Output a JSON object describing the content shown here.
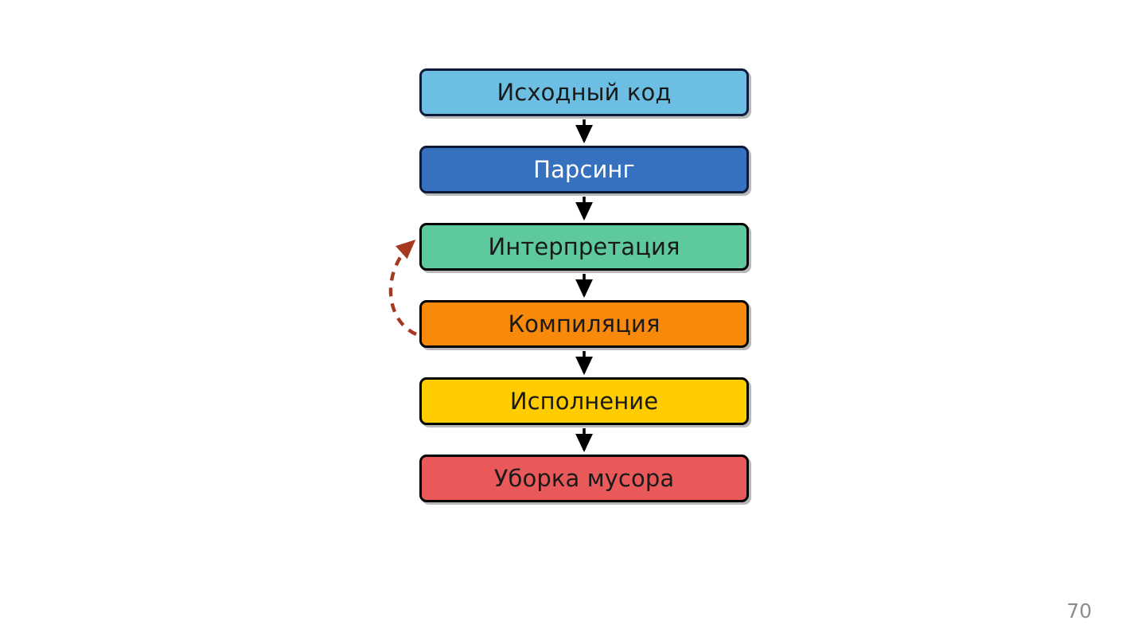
{
  "slide": {
    "page_number": "70",
    "background_color": "#ffffff"
  },
  "diagram": {
    "title": "",
    "type": "vertical-flowchart",
    "nodes": [
      {
        "id": "source-code",
        "label": "Исходный код",
        "fill": "#6CBFE3",
        "text_color": "#1a1a1a",
        "border_color": "#0d1a3a"
      },
      {
        "id": "parsing",
        "label": "Парсинг",
        "fill": "#3571BE",
        "text_color": "#ffffff",
        "border_color": "#0d1a3a"
      },
      {
        "id": "interpretation",
        "label": "Интерпретация",
        "fill": "#5DC99D",
        "text_color": "#1a1a1a",
        "border_color": "#000000"
      },
      {
        "id": "compilation",
        "label": "Компиляция",
        "fill": "#F8890A",
        "text_color": "#1a1a1a",
        "border_color": "#000000"
      },
      {
        "id": "execution",
        "label": "Исполнение",
        "fill": "#FFCC00",
        "text_color": "#1a1a1a",
        "border_color": "#000000"
      },
      {
        "id": "garbage-collection",
        "label": "Уборка мусора",
        "fill": "#E9595A",
        "text_color": "#1a1a1a",
        "border_color": "#000000"
      }
    ],
    "edges": [
      {
        "from": "source-code",
        "to": "parsing",
        "style": "solid",
        "color": "#000000"
      },
      {
        "from": "parsing",
        "to": "interpretation",
        "style": "solid",
        "color": "#000000"
      },
      {
        "from": "interpretation",
        "to": "compilation",
        "style": "solid",
        "color": "#000000"
      },
      {
        "from": "compilation",
        "to": "execution",
        "style": "solid",
        "color": "#000000"
      },
      {
        "from": "execution",
        "to": "garbage-collection",
        "style": "solid",
        "color": "#000000"
      },
      {
        "from": "compilation",
        "to": "interpretation",
        "style": "dashed",
        "color": "#A63A20"
      }
    ]
  }
}
